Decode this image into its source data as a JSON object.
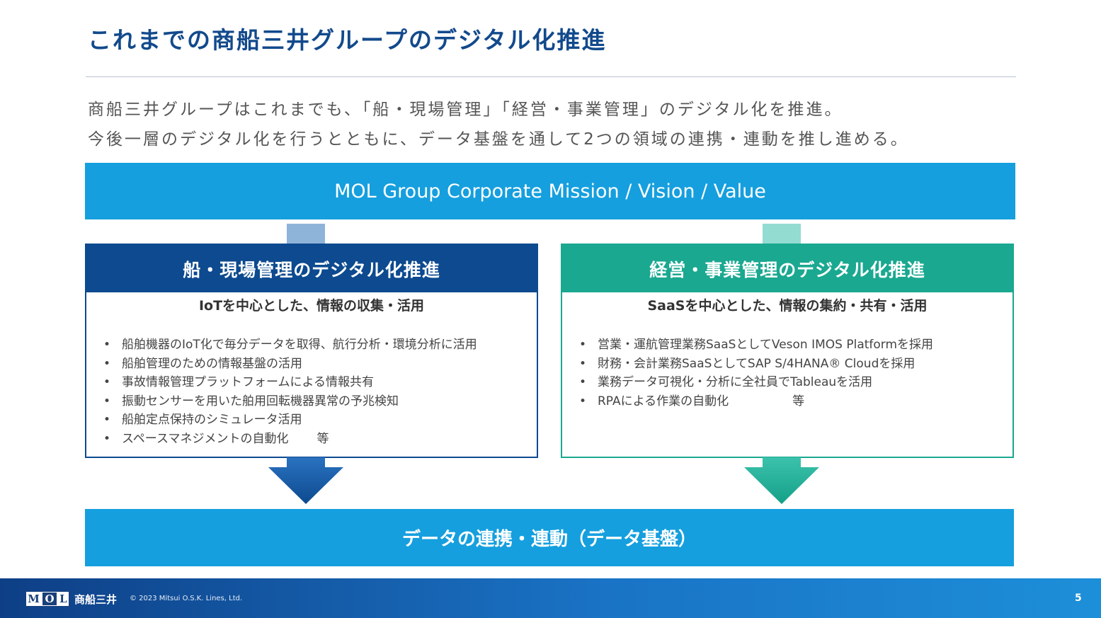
{
  "title": "これまでの商船三井グループのデジタル化推進",
  "intro": {
    "line1": "商船三井グループはこれまでも、「船・現場管理」「経営・事業管理」のデジタル化を推進。",
    "line2": "今後一層のデジタル化を行うとともに、データ基盤を通して2つの領域の連携・連動を推し進める。"
  },
  "top_band": "MOL Group Corporate Mission / Vision / Value",
  "left_panel": {
    "title": "船・現場管理のデジタル化推進",
    "subtitle": "IoTを中心とした、情報の収集・活用",
    "items": [
      "船舶機器のIoT化で毎分データを取得、航行分析・環境分析に活用",
      "船舶管理のための情報基盤の活用",
      "事故情報管理プラットフォームによる情報共有",
      "振動センサーを用いた舶用回転機器異常の予兆検知",
      "船舶定点保持のシミュレータ活用",
      "スペースマネジメントの自動化"
    ],
    "etc": "等",
    "color": "#0d4a8f"
  },
  "right_panel": {
    "title": "経営・事業管理のデジタル化推進",
    "subtitle": "SaaSを中心とした、情報の集約・共有・活用",
    "items": [
      "営業・運航管理業務SaaSとしてVeson IMOS Platformを採用",
      "財務・会計業務SaaSとしてSAP S/4HANA® Cloudを採用",
      "業務データ可視化・分析に全社員でTableauを活用",
      "RPAによる作業の自動化"
    ],
    "etc": "等",
    "color": "#1aa890"
  },
  "bottom_band": "データの連携・連動（データ基盤）",
  "footer": {
    "logo_m": "M",
    "logo_o": "O",
    "logo_l": "L",
    "company": "商船三井",
    "copyright": "© 2023 Mitsui O.S.K. Lines, Ltd.",
    "page_number": "5"
  },
  "bullet": "•"
}
